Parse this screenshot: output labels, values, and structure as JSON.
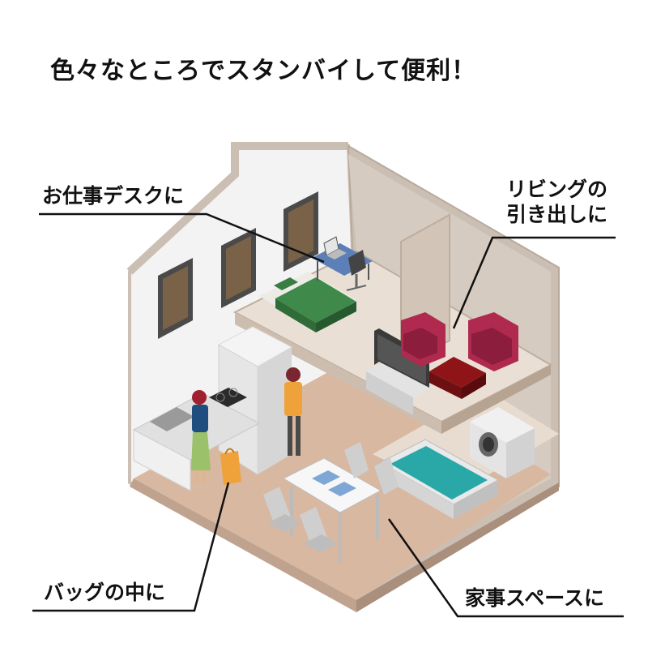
{
  "title": "色々なところでスタンバイして便利！",
  "callouts": {
    "desk": "お仕事デスクに",
    "living_line1": "リビングの",
    "living_line2": "引き出しに",
    "bag": "バッグの中に",
    "housework": "家事スペースに"
  },
  "colors": {
    "wall_light": "#f2f2f2",
    "wall_beige": "#cbbfb3",
    "floor": "#d9b8a1",
    "loft_floor": "#e9ddd2",
    "bed": "#3f8a4a",
    "armchair": "#b0294f",
    "table_red": "#8e1418",
    "bathtub_water": "#2aa8a8",
    "window_frame": "#4a4a4a",
    "window_pane": "#7a6248",
    "leader_line": "#111111"
  },
  "icons": [
    "laptop-icon",
    "armchair-icon",
    "bathtub-icon",
    "washing-machine-icon",
    "shopping-bag-icon",
    "tv-icon"
  ]
}
